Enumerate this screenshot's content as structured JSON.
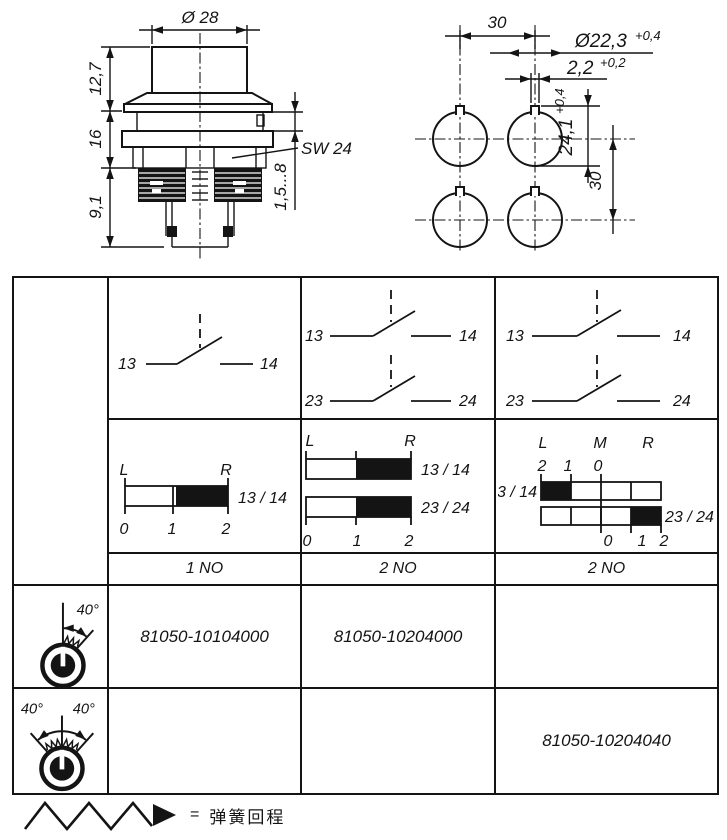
{
  "front_view": {
    "dim_diameter": "Ø 28",
    "dim_knob_height": "12,7",
    "dim_body_height": "16",
    "dim_thread_height": "9,1",
    "wrench_size": "SW 24",
    "panel_thickness": "1,5...8"
  },
  "hole_pattern": {
    "dim_h_spacing": "30",
    "dim_hole_diameter": "Ø22,3",
    "tol_hole_diameter": "+0,4",
    "dim_slot_width": "2,2",
    "tol_slot_width": "+0,2",
    "dim_hole_height": "24,1",
    "tol_hole_height": "+0,4",
    "dim_v_spacing": "30"
  },
  "table": {
    "variants": [
      {
        "contacts": [
          {
            "from": "13",
            "to": "14"
          }
        ],
        "position_diagram": {
          "labels": [
            "L",
            "R"
          ],
          "scale": [
            "0",
            "1",
            "2"
          ],
          "bars": [
            {
              "label": "13 / 14",
              "closed_segment": "right"
            }
          ]
        },
        "switch_type": "1 NO",
        "part_maintained": "81050-10104000",
        "part_spring": ""
      },
      {
        "contacts": [
          {
            "from": "13",
            "to": "14"
          },
          {
            "from": "23",
            "to": "24"
          }
        ],
        "position_diagram": {
          "labels": [
            "L",
            "R"
          ],
          "scale": [
            "0",
            "1",
            "2"
          ],
          "bars": [
            {
              "label": "13 / 14",
              "closed_segment": "right"
            },
            {
              "label": "23 / 24",
              "closed_segment": "right"
            }
          ]
        },
        "switch_type": "2 NO",
        "part_maintained": "81050-10204000",
        "part_spring": ""
      },
      {
        "contacts": [
          {
            "from": "13",
            "to": "14"
          },
          {
            "from": "23",
            "to": "24"
          }
        ],
        "position_diagram": {
          "labels": [
            "L",
            "M",
            "R"
          ],
          "scale_top": [
            "2",
            "1",
            "0"
          ],
          "scale_bottom": [
            "0",
            "1",
            "2"
          ],
          "bars": [
            {
              "label": "13 / 14",
              "closed_segment": "far-left"
            },
            {
              "label": "23 / 24",
              "closed_segment": "far-right"
            }
          ]
        },
        "switch_type": "2 NO",
        "part_maintained": "",
        "part_spring": "81050-10204040"
      }
    ],
    "icons": {
      "maintained_angle": "40°",
      "spring_angle_left": "40°",
      "spring_angle_right": "40°"
    }
  },
  "legend": {
    "equals_sign": "=",
    "label": "弹簧回程"
  }
}
